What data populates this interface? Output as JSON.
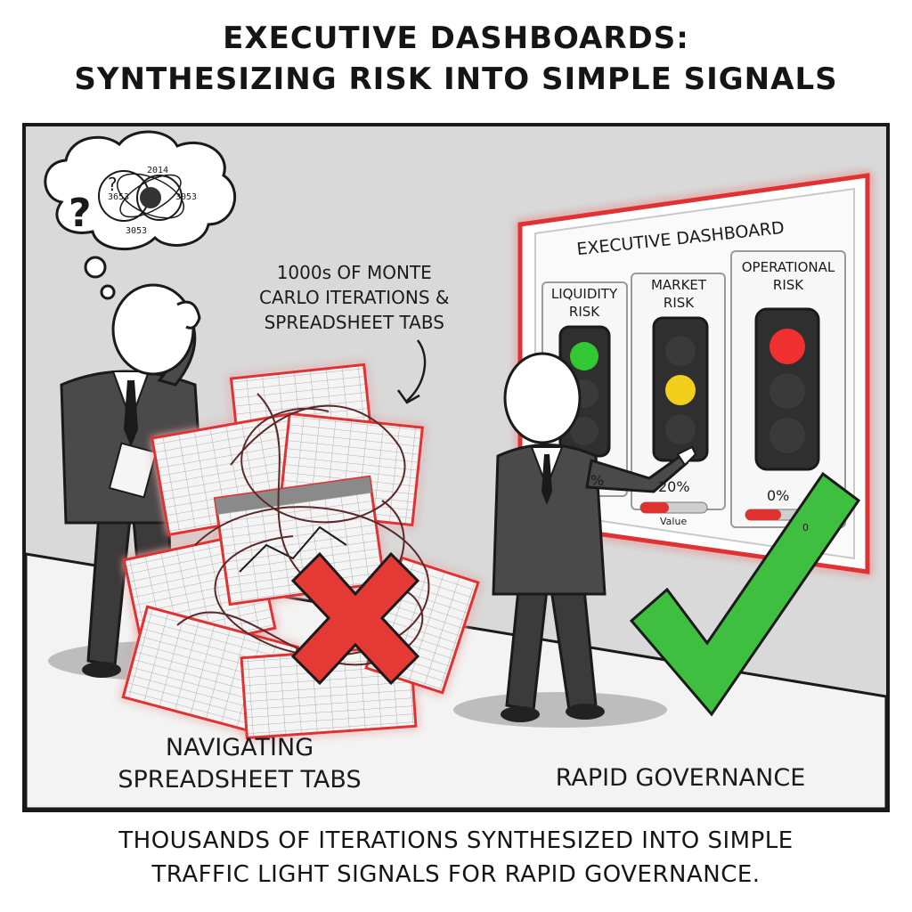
{
  "header": {
    "title_line1": "EXECUTIVE DASHBOARDS:",
    "title_line2": "SYNTHESIZING RISK INTO SIMPLE SIGNALS"
  },
  "left_scene": {
    "thought_bubble": {
      "glyph": "?",
      "small_glyph": "?",
      "numbers": [
        "2014",
        "3653",
        "3053",
        "3053"
      ]
    },
    "annotation_line1": "1000s OF MONTE",
    "annotation_line2": "CARLO ITERATIONS &",
    "annotation_line3": "SPREADSHEET TABS",
    "caption_line1": "NAVIGATING",
    "caption_line2": "SPREADSHEET TABS",
    "highlight_color": "#e03131",
    "cross_color": "#e53935"
  },
  "right_scene": {
    "dashboard_title": "EXECUTIVE DASHBOARD",
    "panels": [
      {
        "label": "LIQUIDITY RISK",
        "active_light": "green",
        "percent": "%"
      },
      {
        "label": "MARKET RISK",
        "active_light": "yellow",
        "percent": "20%",
        "bar_label": "Value"
      },
      {
        "label": "OPERATIONAL RISK",
        "active_light": "red",
        "percent": "0%",
        "bar_label": "0"
      }
    ],
    "caption": "RAPID GOVERNANCE",
    "check_color": "#3fbf3f",
    "light_colors": {
      "green": "#34c934",
      "yellow": "#f2cf1d",
      "red": "#f03030",
      "off": "#3a3a3a"
    }
  },
  "footer": {
    "caption_line1": "THOUSANDS OF ITERATIONS SYNTHESIZED INTO SIMPLE",
    "caption_line2": "TRAFFIC LIGHT SIGNALS FOR RAPID GOVERNANCE."
  }
}
